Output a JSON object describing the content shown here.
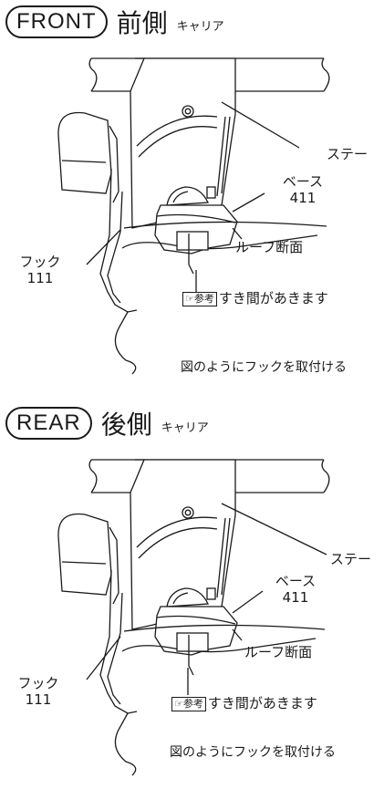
{
  "front": {
    "title_en": "FRONT",
    "title_jp": "前側",
    "subtitle": "キャリア",
    "labels": {
      "stay": "ステー",
      "base": "ベース",
      "base_num": "411",
      "roof_section": "ルーフ断面",
      "hook": "フック",
      "hook_num": "111",
      "ref_tag": "参考",
      "gap_note": "すき間があきます",
      "attach_note": "図のようにフックを取付ける"
    }
  },
  "rear": {
    "title_en": "REAR",
    "title_jp": "後側",
    "subtitle": "キャリア",
    "labels": {
      "stay": "ステー",
      "base": "ベース",
      "base_num": "411",
      "roof_section": "ルーフ断面",
      "hook": "フック",
      "hook_num": "111",
      "ref_tag": "参考",
      "gap_note": "すき間があきます",
      "attach_note": "図のようにフックを取付ける"
    }
  },
  "colors": {
    "line": "#1a1a1a",
    "background": "#ffffff"
  }
}
